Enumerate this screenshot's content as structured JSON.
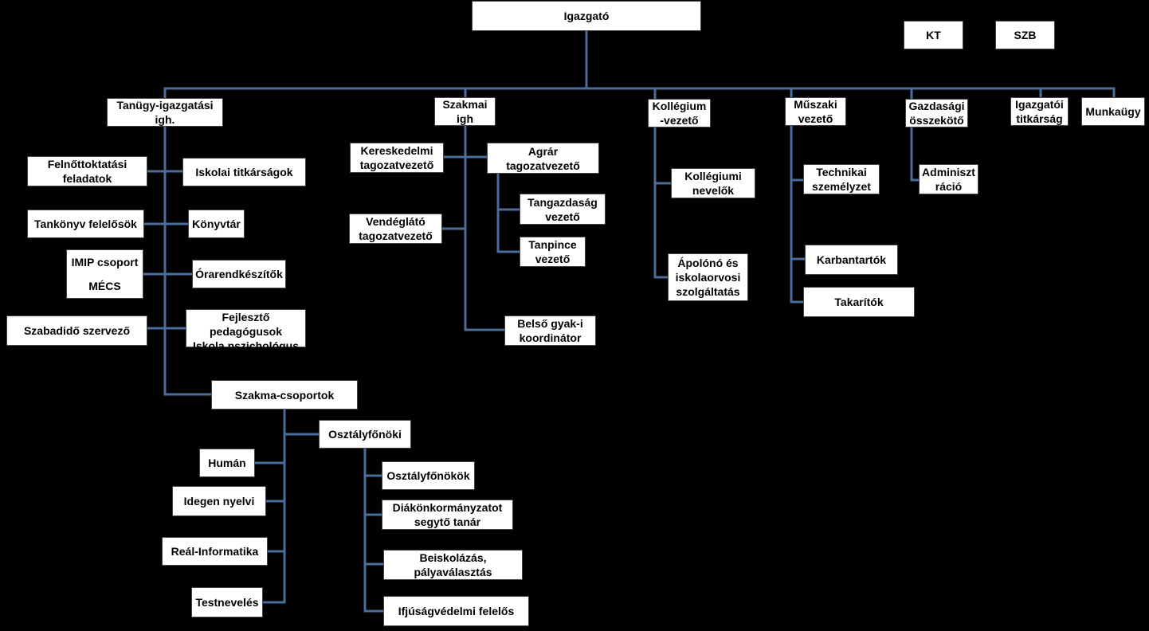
{
  "nodes": {
    "igazgato": "Igazgató",
    "kt": "KT",
    "szb": "SZB",
    "tanugy_1": "Tanügy-igazgatási",
    "tanugy_2": "igh.",
    "szakmai_1": "Szakmai",
    "szakmai_2": "igh",
    "kollegium_1": "Kollégium",
    "kollegium_2": "-vezető",
    "muszaki_1": "Műszaki",
    "muszaki_2": "vezető",
    "gazdasagi_1": "Gazdasági",
    "gazdasagi_2": "összekötő",
    "titkarsag_1": "Igazgatói",
    "titkarsag_2": "titkárság",
    "munkaugy": "Munkaügy",
    "felnott_1": "Felnőttoktatási",
    "felnott_2": "feladatok",
    "iskolai_titkarsag": "Iskolai titkárságok",
    "tankonyv": "Tankönyv felelősök",
    "konyvtar": "Könyvtár",
    "imip": "IMIP csoport",
    "mecs": "MÉCS",
    "orarend": "Órarendkészítők",
    "szabadido": "Szabadidő szervező",
    "fejleszto": "Fejlesztő pedagógusok",
    "pszichologus": "Iskola pszichológus",
    "szakmacsoportok": "Szakma-csoportok",
    "osztalyfonoki": "Osztályfőnöki",
    "human": "Humán",
    "idegen": "Idegen nyelvi",
    "real": "Reál-Informatika",
    "testneveles": "Testnevelés",
    "osztalyfonokok": "Osztályfőnökök",
    "diak_1": "Diákönkormányzatot",
    "diak_2": "segytő tanár",
    "beisk_1": "Beiskolázás,",
    "beisk_2": "pályaválasztás",
    "ifjusag": "Ifjúságvédelmi felelős",
    "keresk_1": "Kereskedelmi",
    "keresk_2": "tagozatvezető",
    "agrar_1": "Agrár",
    "agrar_2": "tagozatvezető",
    "tangazd_1": "Tangazdaság",
    "tangazd_2": "vezető",
    "tanpince_1": "Tanpince",
    "tanpince_2": "vezető",
    "vendeg_1": "Vendéglátó",
    "vendeg_2": "tagozatvezető",
    "belso_1": "Belső gyak-i",
    "belso_2": "koordinátor",
    "kolnev_1": "Kollégiumi",
    "kolnev_2": "nevelők",
    "apolo_1": "Ápolónó és",
    "apolo_2": "iskolaorvosi",
    "apolo_3": "szolgáltatás",
    "technikai_1": "Technikai",
    "technikai_2": "személyzet",
    "karbantartok": "Karbantartók",
    "takaritok": "Takarítók",
    "admin_1": "Adminiszt",
    "admin_2": "ráció"
  },
  "colors": {
    "background": "#000000",
    "box": "#ffffff",
    "connector": "#4a6d99"
  }
}
